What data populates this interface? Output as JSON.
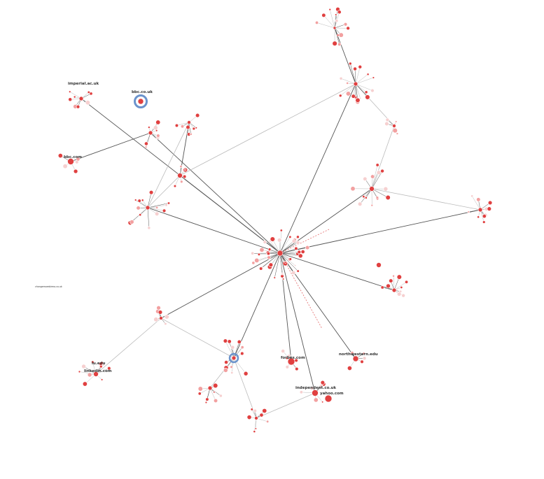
{
  "colors": {
    "node_main": "#e04040",
    "node_light": "#f2a0a0",
    "node_faint": "#f6d0d0",
    "edge_dark": "#555555",
    "edge_light": "#bbbbbb",
    "edge_dashed": "#e05a5a",
    "highlight_ring": "#6b93cc"
  },
  "labels": {
    "imperial": "imperial.ac.uk",
    "bbc_co_uk": "bbc.co.uk",
    "bbc_com": "bbc.com",
    "forbes": "forbes.com",
    "northwestern": "northwestern.edu",
    "independent": "independent.co.uk",
    "yahoo": "yahoo.com",
    "linkedin": "linkedin.com",
    "lu_edu": "lu.edu",
    "changemorebirmo": "changemorebirmo.co.uk"
  }
}
